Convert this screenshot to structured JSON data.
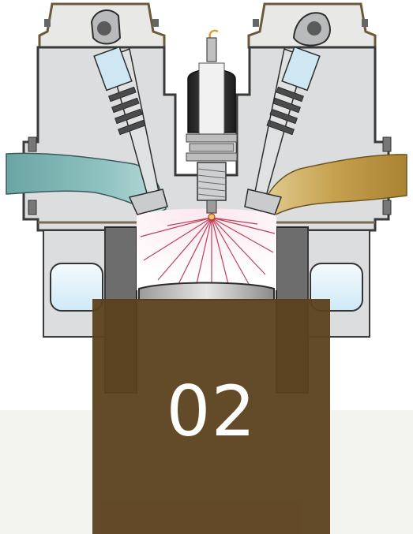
{
  "diagram": {
    "stroke_phase": "combustion",
    "components": [
      "cylinder-head",
      "intake-port",
      "exhaust-port",
      "intake-valve",
      "exhaust-valve",
      "spark-plug",
      "combustion-chamber",
      "piston",
      "cylinder-wall",
      "coolant-jacket"
    ],
    "colors": {
      "intake_charge": "#7fb3b2",
      "exhaust_gas": "#c7a45d",
      "spark": "#b2203c",
      "overlay": "#5b401c",
      "metal": "#d9dadb",
      "coolant": "#e3f3fb"
    }
  },
  "step": {
    "number": "02"
  }
}
